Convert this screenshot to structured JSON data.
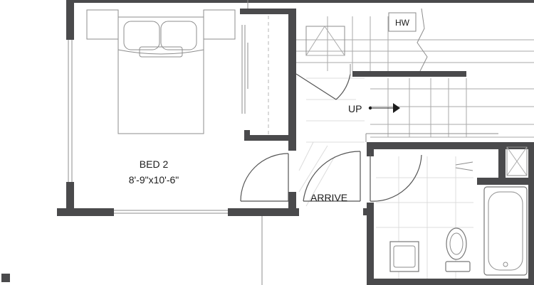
{
  "rooms": {
    "bedroom": {
      "name": "BED 2",
      "dimensions": "8'-9\"x10'-6\""
    },
    "entry": {
      "name": "ARRIVE"
    }
  },
  "stair": {
    "direction_label": "UP"
  },
  "water_heater": {
    "label": "HW"
  },
  "colors": {
    "wall": "#4a4a4c",
    "line": "#8d8d8d",
    "background": "#ffffff"
  }
}
